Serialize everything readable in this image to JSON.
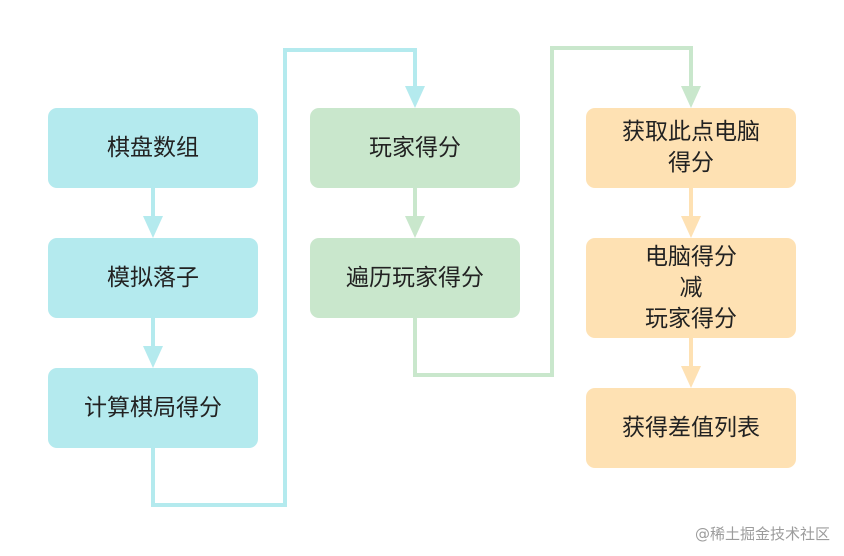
{
  "colors": {
    "cyan_node": "#b4eaee",
    "green_node": "#c9e7cc",
    "orange_node": "#fee1b3",
    "cyan_line": "#b4eaee",
    "green_line": "#c9e7cc",
    "orange_line": "#fee1b3"
  },
  "nodes": {
    "board_array": "棋盘数组",
    "simulate_move": "模拟落子",
    "calc_board_score": "计算棋局得分",
    "player_score": "玩家得分",
    "traverse_player_score": "遍历玩家得分",
    "get_computer_score": "获取此点电脑\n得分",
    "computer_minus_player": "电脑得分\n减\n玩家得分",
    "get_diff_list": "获得差值列表"
  },
  "watermark": "@稀土掘金技术社区"
}
